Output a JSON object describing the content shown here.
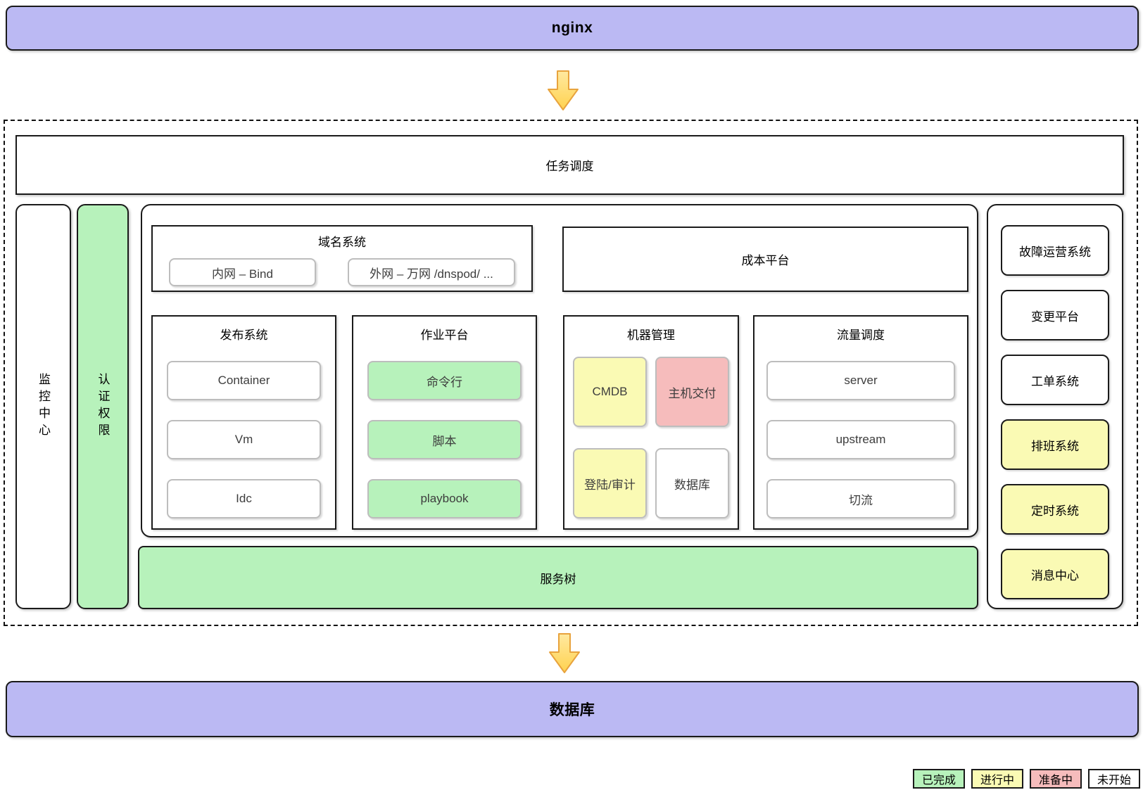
{
  "nginx_bar": {
    "label": "nginx"
  },
  "boundary": {
    "scheduler": {
      "label": "任务调度"
    },
    "monitoring": {
      "label": "监控中心",
      "status": "未开始"
    },
    "auth": {
      "label": "认证权限",
      "status": "已完成"
    },
    "main": {
      "dns": {
        "title": "域名系统",
        "items": [
          {
            "label": "内网 – Bind",
            "status": "未开始"
          },
          {
            "label": "外网 – 万网 /dnspod/ ...",
            "status": "未开始"
          }
        ]
      },
      "cost": {
        "title": "成本平台",
        "status": "未开始"
      },
      "columns": [
        {
          "title": "发布系统",
          "items": [
            {
              "label": "Container",
              "status": "未开始"
            },
            {
              "label": "Vm",
              "status": "未开始"
            },
            {
              "label": "Idc",
              "status": "未开始"
            }
          ]
        },
        {
          "title": "作业平台",
          "items": [
            {
              "label": "命令行",
              "status": "已完成"
            },
            {
              "label": "脚本",
              "status": "已完成"
            },
            {
              "label": "playbook",
              "status": "已完成"
            }
          ]
        },
        {
          "title": "机器管理",
          "items": [
            {
              "label": "CMDB",
              "status": "进行中"
            },
            {
              "label": "主机交付",
              "status": "准备中"
            },
            {
              "label": "登陆/审计",
              "status": "进行中"
            },
            {
              "label": "数据库",
              "status": "未开始"
            }
          ]
        },
        {
          "title": "流量调度",
          "items": [
            {
              "label": "server",
              "status": "未开始"
            },
            {
              "label": "upstream",
              "status": "未开始"
            },
            {
              "label": "切流",
              "status": "未开始"
            }
          ]
        }
      ],
      "service_tree": {
        "label": "服务树",
        "status": "已完成"
      }
    },
    "right_panel": {
      "items": [
        {
          "label": "故障运营系统",
          "status": "未开始"
        },
        {
          "label": "变更平台",
          "status": "未开始"
        },
        {
          "label": "工单系统",
          "status": "未开始"
        },
        {
          "label": "排班系统",
          "status": "进行中"
        },
        {
          "label": "定时系统",
          "status": "进行中"
        },
        {
          "label": "消息中心",
          "status": "进行中"
        }
      ]
    }
  },
  "database_bar": {
    "label": "数据库"
  },
  "legend": {
    "items": [
      {
        "label": "已完成",
        "color": "#B7F2BB"
      },
      {
        "label": "进行中",
        "color": "#FAFAB4"
      },
      {
        "label": "准备中",
        "color": "#F6BCBC"
      },
      {
        "label": "未开始",
        "color": "#FFFFFF"
      }
    ]
  },
  "colors": {
    "infra_purple": "#BBB9F3",
    "done_green": "#B7F2BB",
    "in_progress_yellow": "#FAFAB4",
    "preparing_pink": "#F6BCBC",
    "not_started_white": "#FFFFFF",
    "arrow_fill": "#FFD24F",
    "arrow_stroke": "#E8A33D"
  }
}
